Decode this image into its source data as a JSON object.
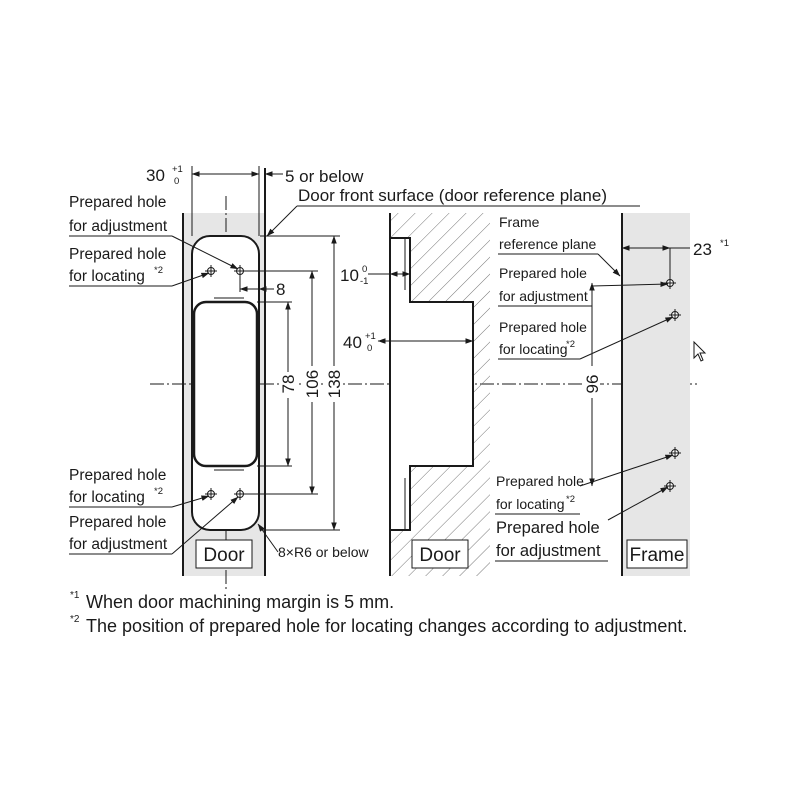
{
  "door_view": {
    "dim_width": {
      "value": "30",
      "tol_upper": "+1",
      "tol_lower": "0"
    },
    "dim_margin": "5 or below",
    "door_front_surface": "Door front surface (door reference plane)",
    "hole_adj_top": [
      "Prepared hole",
      "for adjustment"
    ],
    "hole_loc_top": [
      "Prepared hole",
      "for locating"
    ],
    "hole_loc_bottom": [
      "Prepared hole",
      "for locating"
    ],
    "hole_adj_bottom": [
      "Prepared hole",
      "for adjustment"
    ],
    "note_ref_2": "*2",
    "dim_8": "8",
    "dim_78": "78",
    "dim_106": "106",
    "dim_138": "138",
    "corner_radius": "8×R6 or below",
    "door_label": "Door"
  },
  "section_view": {
    "dim_depth1": {
      "value": "10",
      "tol_upper": "0",
      "tol_lower": "-1"
    },
    "dim_depth2": {
      "value": "40",
      "tol_upper": "+1",
      "tol_lower": "0"
    },
    "door_label": "Door"
  },
  "frame_view": {
    "frame_ref_plane": [
      "Frame",
      "reference plane"
    ],
    "dim_23": "23",
    "note_ref_1": "*1",
    "note_ref_2": "*2",
    "hole_adj_top": [
      "Prepared hole",
      "for adjustment"
    ],
    "hole_loc_top": [
      "Prepared hole",
      "for locating"
    ],
    "dim_96": "96",
    "hole_loc_bottom": [
      "Prepared hole",
      "for locating"
    ],
    "hole_adj_bottom": [
      "Prepared hole",
      "for adjustment"
    ],
    "frame_label": "Frame"
  },
  "notes": [
    {
      "ref": "*1",
      "text": "When door machining margin is 5 mm."
    },
    {
      "ref": "*2",
      "text": "The position of prepared hole for locating changes according to adjustment."
    }
  ],
  "colors": {
    "fill_gray": "#e6e6e6",
    "ink": "#1a1a1a",
    "background": "#ffffff"
  },
  "icons": {
    "cursor": "mouse-pointer-icon"
  }
}
